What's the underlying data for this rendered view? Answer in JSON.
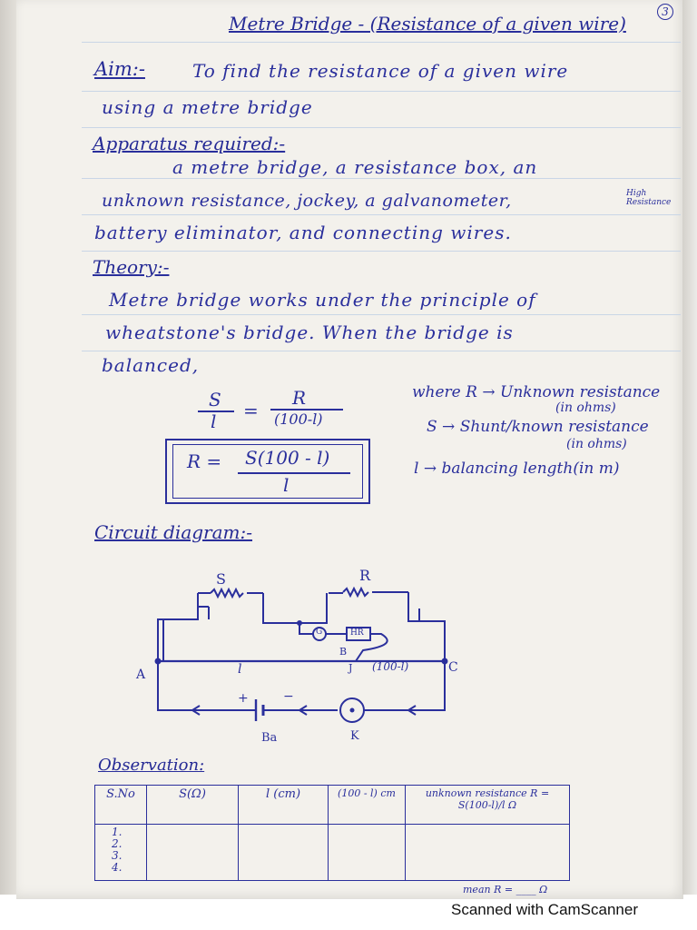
{
  "page_number": "3",
  "title": "Metre Bridge - (Resistance of a given wire)",
  "aim": {
    "label": "Aim:-",
    "line1": "To find the resistance of a given wire",
    "line2": "using a metre bridge"
  },
  "apparatus": {
    "label": "Apparatus required:-",
    "line1": "a metre bridge, a resistance box, an",
    "line2": "unknown resistance, jockey, a galvanometer,",
    "line2_margin": "High Resistance",
    "line3": "battery eliminator, and connecting wires."
  },
  "theory": {
    "label": "Theory:-",
    "line1": "Metre bridge works under the principle of",
    "line2": "wheatstone's bridge. When the bridge is",
    "line3": "balanced,"
  },
  "formula": {
    "lhs_num": "S",
    "lhs_den": "l",
    "equals": "=",
    "rhs_num": "R",
    "rhs_den": "(100-l)",
    "boxed_lhs": "R =",
    "boxed_num": "S(100 - l)",
    "boxed_den": "l"
  },
  "where": {
    "line1": "where R → Unknown resistance",
    "line1b": "(in ohms)",
    "line2": "S → Shunt/known resistance",
    "line2b": "(in ohms)",
    "line3": "l → balancing length(in m)"
  },
  "circuit": {
    "label": "Circuit diagram:-",
    "S": "S",
    "R": "R",
    "G": "G",
    "HR": "HR",
    "B": "B",
    "J": "J",
    "len_left": "l",
    "len_right": "(100-l)",
    "A": "A",
    "C": "C",
    "plus": "+",
    "minus": "−",
    "Ba": "Ba",
    "K": "K"
  },
  "observation": {
    "label": "Observation:",
    "headers": [
      "S.No",
      "S(Ω)",
      "l (cm)",
      "(100 - l) cm",
      "unknown resistance R = S(100-l)/l Ω"
    ],
    "rows": [
      "1.",
      "2.",
      "3.",
      "4."
    ],
    "mean": "mean R = ____ Ω"
  },
  "footer": "Scanned with CamScanner"
}
